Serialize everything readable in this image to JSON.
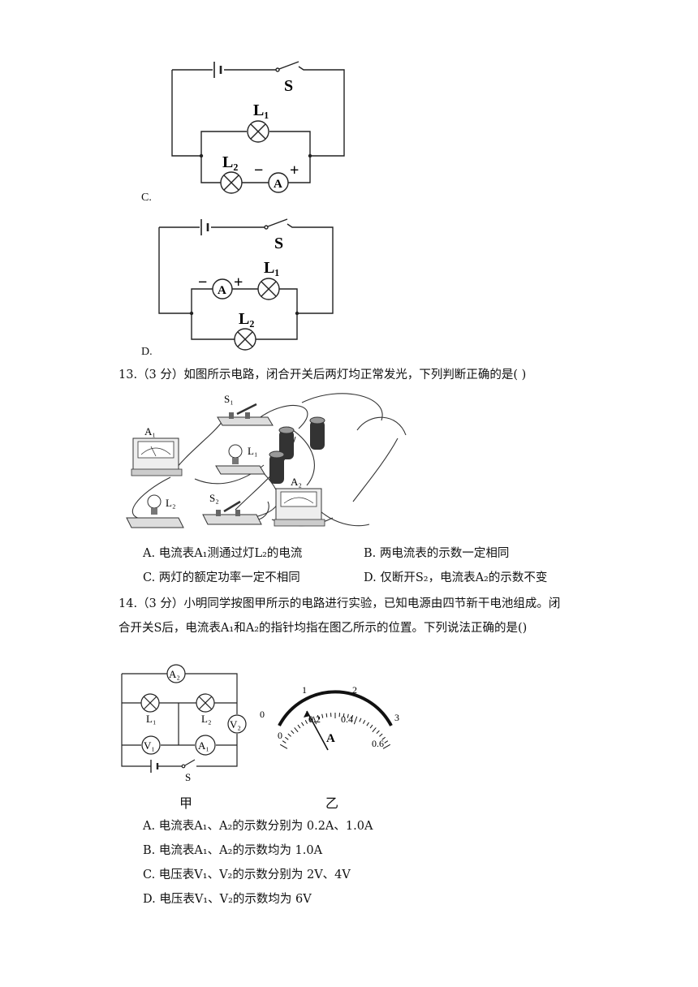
{
  "option_c": {
    "label": "C."
  },
  "option_d": {
    "label": "D."
  },
  "q13": {
    "stem": "13.（3 分）如图所示电路，闭合开关后两灯均正常发光，下列判断正确的是( )",
    "options": [
      "A. 电流表A₁测通过灯L₂的电流",
      "B. 两电流表的示数一定相同",
      "C. 两灯的额定功率一定不相同",
      "D. 仅断开S₂，电流表A₂的示数不变"
    ]
  },
  "q14": {
    "stem_line1": "14.（3 分）小明同学按图甲所示的电路进行实验，已知电源由四节新干电池组成。闭",
    "stem_line2": "合开关S后，电流表A₁和A₂的指针均指在图乙所示的位置。下列说法正确的是()",
    "fig_left_caption": "甲",
    "fig_right_caption": "乙",
    "options": [
      "A. 电流表A₁、A₂的示数分别为 0.2A、1.0A",
      "B. 电流表A₁、A₂的示数均为 1.0A",
      "C. 电压表V₁、V₂的示数分别为 2V、4V",
      "D. 电压表V₁、V₂的示数均为 6V"
    ]
  },
  "circuit_labels": {
    "switch": "S",
    "lamp1": "L₁",
    "lamp2": "L₂",
    "ammeter": "A",
    "ammeter1": "A₁",
    "ammeter2": "A₂",
    "voltmeter1": "V₁",
    "voltmeter2": "V₂",
    "switch1": "S₁",
    "switch2": "S₂",
    "minus": "−",
    "plus": "+"
  },
  "meter_scale": {
    "unit": "A",
    "outer_ticks": [
      "0",
      "1",
      "2",
      "3"
    ],
    "inner_ticks": [
      "0",
      "0.2",
      "0.4",
      "0.6"
    ]
  }
}
